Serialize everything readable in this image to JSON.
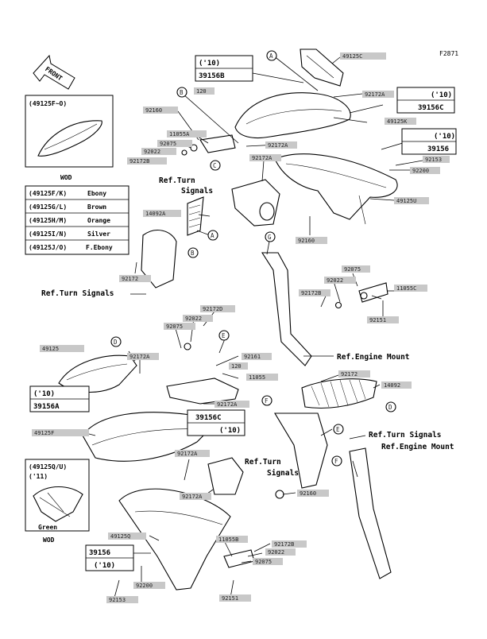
{
  "figure_code": "F2871",
  "front_label": "FRONT",
  "color_table": [
    {
      "code": "(49125F/K)",
      "color": "Ebony"
    },
    {
      "code": "(49125G/L)",
      "color": "Brown"
    },
    {
      "code": "(49125H/M)",
      "color": "Orange"
    },
    {
      "code": "(49125I/N)",
      "color": "Silver"
    },
    {
      "code": "(49125J/O)",
      "color": "F.Ebony"
    }
  ],
  "inset_top": {
    "code": "(49125F~O)",
    "caption": "WOD"
  },
  "inset_bottom": {
    "code": "(49125Q/U)",
    "year": "('11)",
    "color": "Green",
    "caption": "WOD"
  },
  "refs": {
    "turn_signals": "Ref.Turn Signals",
    "ref_turn": "Ref.Turn",
    "signals": "Signals",
    "engine_mount": "Ref.Engine Mount"
  },
  "year_10": "('10)",
  "callouts": [
    "A",
    "B",
    "C",
    "D",
    "E",
    "F",
    "G"
  ],
  "parts": {
    "p49125C": "49125C",
    "p92172A": "92172A",
    "p39156B": "39156B",
    "p39156C": "39156C",
    "p49125K": "49125K",
    "p120": "120",
    "p92160": "92160",
    "p11055A": "11055A",
    "p92075": "92075",
    "p92022": "92022",
    "p92172B": "92172B",
    "p39156": "39156",
    "p92153": "92153",
    "p92200": "92200",
    "p49125U": "49125U",
    "p14092A": "14092A",
    "p92172": "92172",
    "p11055C": "11055C",
    "p92151": "92151",
    "p92172D": "92172D",
    "p49125": "49125",
    "p92161": "92161",
    "p11055": "11055",
    "p14092": "14092",
    "p39156A": "39156A",
    "p49125F": "49125F",
    "p49125Q": "49125Q",
    "p11055B": "11055B"
  }
}
